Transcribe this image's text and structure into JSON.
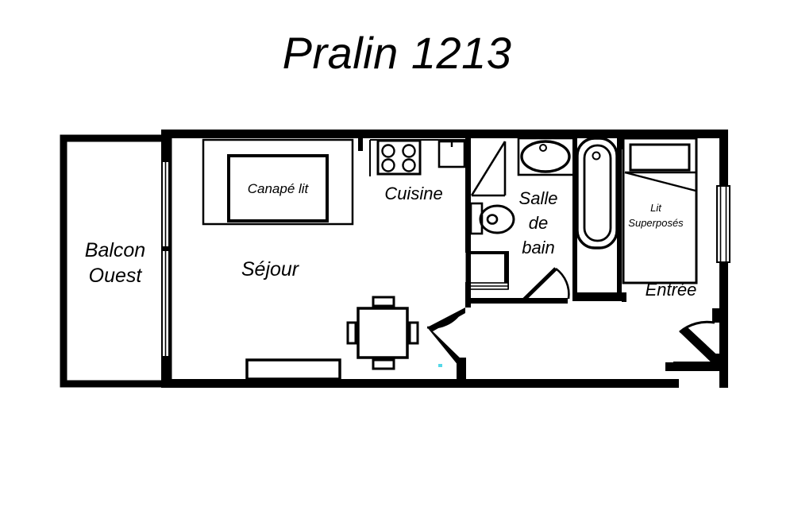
{
  "document": {
    "type": "floor-plan",
    "title": "Pralin 1213",
    "language": "fr",
    "background_color": "#ffffff",
    "line_color": "#000000"
  },
  "rooms": [
    {
      "id": "balcon",
      "label_lines": [
        "Balcon",
        "Ouest"
      ],
      "label": "Balcon Ouest"
    },
    {
      "id": "sejour",
      "label_lines": [
        "Séjour"
      ],
      "label": "Séjour"
    },
    {
      "id": "cuisine",
      "label_lines": [
        "Cuisine"
      ],
      "label": "Cuisine"
    },
    {
      "id": "salle-de-bain",
      "label_lines": [
        "Salle",
        "de",
        "bain"
      ],
      "label": "Salle de bain"
    },
    {
      "id": "entree",
      "label_lines": [
        "Entrée"
      ],
      "label": "Entrée"
    }
  ],
  "furniture": [
    {
      "id": "canape-lit",
      "label_lines": [
        "Canapé lit"
      ],
      "label": "Canapé lit"
    },
    {
      "id": "lit-superposes",
      "label_lines": [
        "Lit",
        "Superposés"
      ],
      "label": "Lit Superposés"
    },
    {
      "id": "table-salle-a-manger",
      "label": ""
    },
    {
      "id": "plaque-de-cuisson",
      "label": ""
    },
    {
      "id": "evier",
      "label": ""
    },
    {
      "id": "lavabo",
      "label": ""
    },
    {
      "id": "wc",
      "label": ""
    },
    {
      "id": "baignoire",
      "label": ""
    },
    {
      "id": "radiateur",
      "label": ""
    },
    {
      "id": "placard",
      "label": ""
    }
  ],
  "labels": {
    "balcon_line1": "Balcon",
    "balcon_line2": "Ouest",
    "sejour": "Séjour",
    "canape_lit": "Canapé lit",
    "cuisine": "Cuisine",
    "salle_line1": "Salle",
    "salle_line2": "de",
    "salle_line3": "bain",
    "lit_line1": "Lit",
    "lit_line2": "Superposés",
    "entree": "Entrée"
  }
}
